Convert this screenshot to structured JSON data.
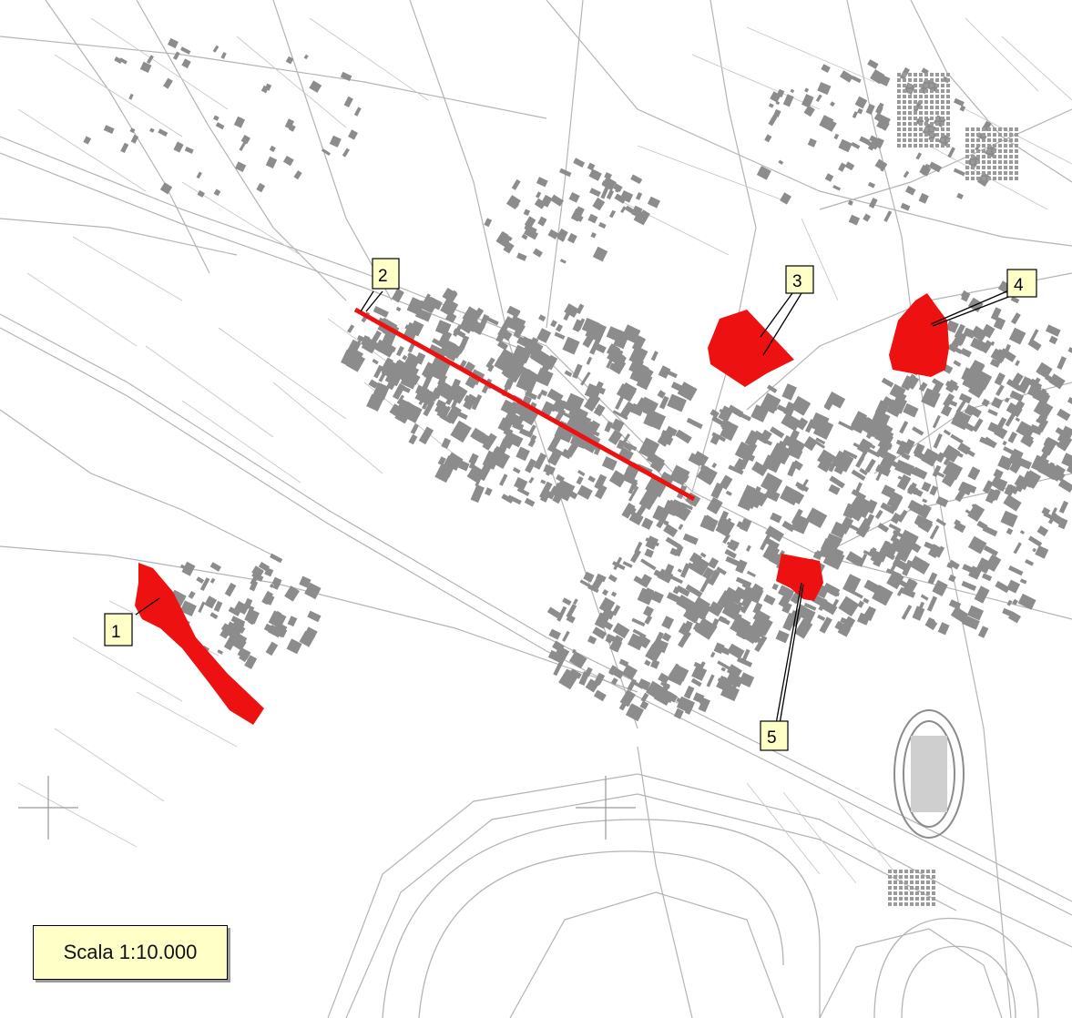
{
  "map": {
    "scale_label": "Scala 1:10.000",
    "colors": {
      "background": "#ffffff",
      "linework": "#b4b4b4",
      "buildings": "#8c8c8c",
      "highlight": "#ee1111",
      "callout_fill": "#ffffc8"
    },
    "markers": [
      {
        "id": "1",
        "label": "1"
      },
      {
        "id": "2",
        "label": "2"
      },
      {
        "id": "3",
        "label": "3"
      },
      {
        "id": "4",
        "label": "4"
      },
      {
        "id": "5",
        "label": "5"
      }
    ]
  }
}
